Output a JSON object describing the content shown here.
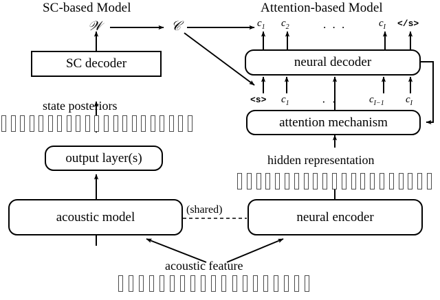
{
  "figure": {
    "title_left": "SC-based Model",
    "title_right": "Attention-based Model"
  },
  "left_model": {
    "symbol_w": "𝒲",
    "sc_decoder_label": "SC decoder",
    "state_posteriors_label": "state posteriors",
    "output_layer_label": "output layer(s)",
    "acoustic_model_label": "acoustic model",
    "state_posteriors_ticks": 21
  },
  "right_model": {
    "symbol_c": "𝒞",
    "neural_decoder_label": "neural decoder",
    "attention_label": "attention mechanism",
    "neural_encoder_label": "neural encoder",
    "hidden_representation_label": "hidden representation",
    "hidden_representation_ticks": 21,
    "outputs": [
      {
        "base": "c",
        "sub": "1"
      },
      {
        "base": "c",
        "sub": "2"
      },
      {
        "base": "c",
        "sub": "I"
      }
    ],
    "output_ellipsis": ". . .",
    "end_token": "</s>",
    "inputs": [
      {
        "base": "<s>",
        "sub": ""
      },
      {
        "base": "c",
        "sub": "1"
      },
      {
        "base": "c",
        "sub": "I−1"
      },
      {
        "base": "c",
        "sub": "I"
      }
    ],
    "input_ellipsis": "·   ·"
  },
  "shared": {
    "shared_label": "(shared)"
  },
  "bottom": {
    "acoustic_feature_label": "acoustic feature",
    "acoustic_feature_ticks": 19
  },
  "colors": {
    "stroke": "#000000",
    "tick_stroke": "#4a4a4a",
    "background": "#ffffff"
  }
}
